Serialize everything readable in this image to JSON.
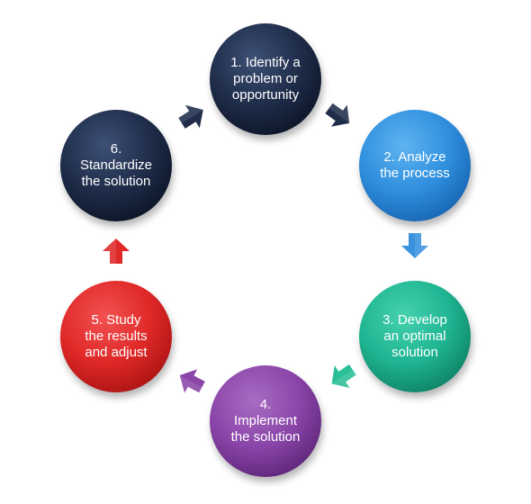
{
  "steps": [
    {
      "id": 1,
      "text": "1. Identify a\nproblem or\nopportunity",
      "color": "#1f2d4a",
      "color_dark": "#0b1425",
      "color_light": "#3d5075"
    },
    {
      "id": 2,
      "text": "2. Analyze\nthe process",
      "color": "#2f8fde",
      "color_dark": "#1663b0",
      "color_light": "#5fb3f0"
    },
    {
      "id": 3,
      "text": "3. Develop\nan optimal\nsolution",
      "color": "#1fb592",
      "color_dark": "#0e7f63",
      "color_light": "#45d1ae"
    },
    {
      "id": 4,
      "text": "4.\nImplement\nthe solution",
      "color": "#8a45a8",
      "color_dark": "#5c2377",
      "color_light": "#a86bc4"
    },
    {
      "id": 5,
      "text": "5.  Study\nthe results\nand adjust",
      "color": "#e02828",
      "color_dark": "#a81212",
      "color_light": "#f25252"
    },
    {
      "id": 6,
      "text": "6.\nStandardize\nthe solution",
      "color": "#1f2d4a",
      "color_dark": "#0b1425",
      "color_light": "#3d5075"
    }
  ],
  "arrows": [
    {
      "from": 1,
      "to": 2,
      "color": "#1f2d4a"
    },
    {
      "from": 2,
      "to": 3,
      "color": "#3a92de"
    },
    {
      "from": 3,
      "to": 4,
      "color": "#2bbf98"
    },
    {
      "from": 4,
      "to": 5,
      "color": "#8a45a8"
    },
    {
      "from": 5,
      "to": 6,
      "color": "#e02828"
    },
    {
      "from": 6,
      "to": 1,
      "color": "#1f2d4a"
    }
  ]
}
